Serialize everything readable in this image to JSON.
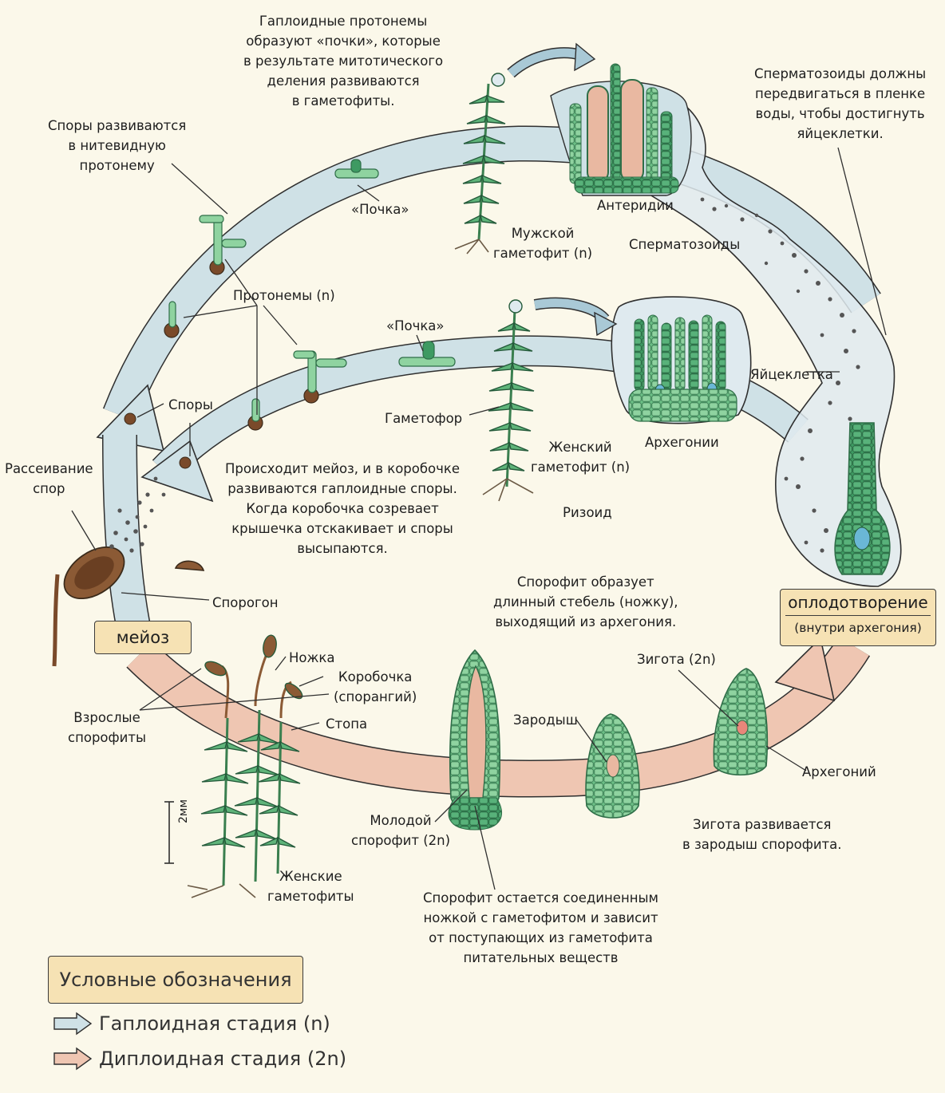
{
  "labels": {
    "haploid_protonema_note": [
      "Гаплоидные протонемы",
      "образуют «почки», которые",
      "в результате митотического",
      "деления развиваются",
      "в гаметофиты."
    ],
    "spores_develop": [
      "Споры развиваются",
      "в нитевидную",
      "протонему"
    ],
    "sperm_note": [
      "Сперматозоиды должны",
      "передвигаться в пленке",
      "воды, чтобы достигнуть",
      "яйцеклетки."
    ],
    "bud_top": "«Почка»",
    "bud_mid": "«Почка»",
    "male_gametophyte": [
      "Мужской",
      "гаметофит (n)"
    ],
    "antheridia": "Антеридии",
    "sperm": "Сперматозоиды",
    "protonemata": "Протонемы (n)",
    "spores": "Споры",
    "gametophore": "Гаметофор",
    "egg": "Яйцеклетка",
    "archegonia": "Архегонии",
    "female_gametophyte": [
      "Женский",
      "гаметофит (n)"
    ],
    "rhizoid": "Ризоид",
    "spore_dispersal": [
      "Рассеивание",
      "спор"
    ],
    "meiosis_note": [
      "Происходит мейоз, и в коробочке",
      "развиваются гаплоидные споры.",
      "Когда коробочка созревает",
      "крышечка отскакивает и споры",
      "высыпаются."
    ],
    "sporogon": "Спорогон",
    "sporophyte_stalk_note": [
      "Спорофит образует",
      "длинный стебель (ножку),",
      "выходящий из архегония."
    ],
    "fertilization": "оплодотворение",
    "fertilization_sub": "(внутри архегония)",
    "meiosis": "мейоз",
    "seta": "Ножка",
    "capsule": [
      "Коробочка",
      "(спорангий)"
    ],
    "adult_sporophytes": [
      "Взрослые",
      "спорофиты"
    ],
    "foot": "Стопа",
    "zygote": "Зигота (2n)",
    "embryo": "Зародыш",
    "archegonium": "Архегоний",
    "young_sporophyte": [
      "Молодой",
      "спорофит (2n)"
    ],
    "zygote_develops": [
      "Зигота развивается",
      "в зародыш спорофита."
    ],
    "scale": "2мм",
    "female_gametophytes": [
      "Женские",
      "гаметофиты"
    ],
    "sporophyte_dependent": [
      "Спорофит остается соединенным",
      "ножкой с гаметофитом и зависит",
      "от поступающих из гаметофита",
      "питательных веществ"
    ]
  },
  "legend": {
    "title": "Условные обозначения",
    "haploid": "Гаплоидная стадия (n)",
    "diploid": "Диплоидная стадия (2n)"
  },
  "colors": {
    "background": "#fbf8ea",
    "haploid_arrow": "#cfe1e6",
    "diploid_arrow": "#efc6b2",
    "plant_green": "#3f9a62",
    "light_green": "#8fcf9a",
    "capsule_brown": "#7a4a2a",
    "label_box": "#f6e2b4"
  }
}
